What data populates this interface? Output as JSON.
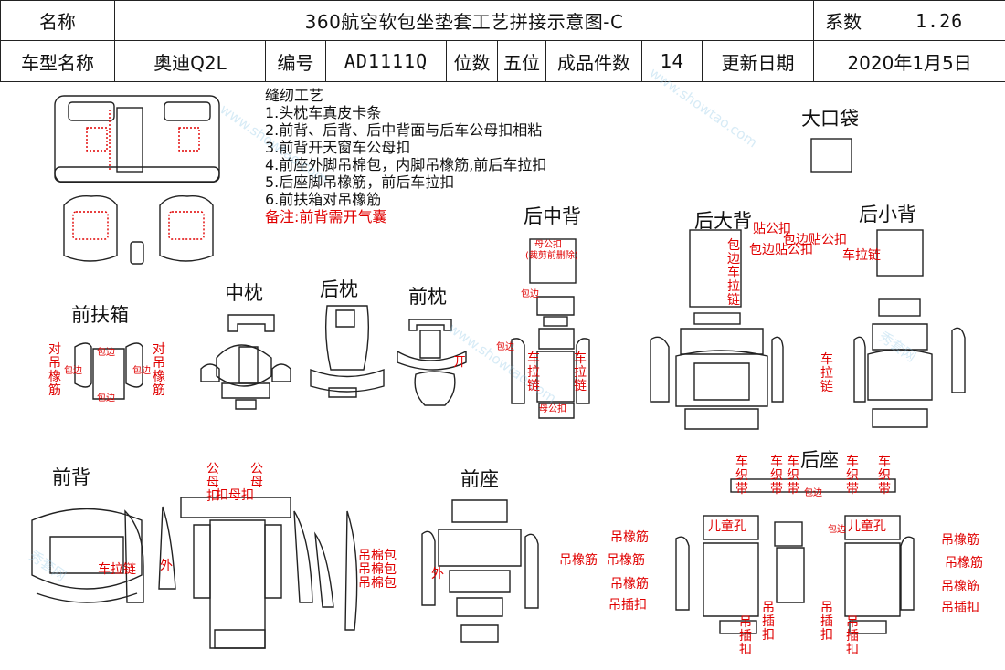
{
  "header": {
    "name_label": "名称",
    "title": "360航空软包坐垫套工艺拼接示意图-C",
    "coef_label": "系数",
    "coef_value": "1.26",
    "model_label": "车型名称",
    "model_value": "奥迪Q2L",
    "code_label": "编号",
    "code_value": "AD1111Q",
    "seats_label": "位数",
    "seats_value": "五位",
    "pieces_label": "成品件数",
    "pieces_value": "14",
    "date_label": "更新日期",
    "date_value": "2020年1月5日"
  },
  "notes": {
    "title": "缝纫工艺",
    "items": [
      "1.头枕车真皮卡条",
      "2.前背、后背、后中背面与后车公母扣相粘",
      "3.前背开天窗车公母扣",
      "4.前座外脚吊棉包，内脚吊橡筋,前后车拉扣",
      "5.后座脚吊橡筋，前后车拉扣",
      "6.前扶箱对吊橡筋"
    ],
    "remark": "备注:前背需开气囊"
  },
  "sections": {
    "big_pocket": "大口袋",
    "rear_mid_back": "后中背",
    "rear_big_back": "后大背",
    "rear_small_back": "后小背",
    "front_armrest": "前扶箱",
    "mid_pillow": "中枕",
    "rear_pillow": "后枕",
    "front_pillow": "前枕",
    "front_back": "前背",
    "front_seat": "前座",
    "rear_seat": "后座"
  },
  "annotations": {
    "armrest_hang": "对吊橡筋",
    "edge": "包边",
    "mother_clip": "母公扣",
    "trim_note": "(裁剪前删除)",
    "zipper": "车拉链",
    "zipper_v": "车拉链",
    "patch_clip": "贴公扣",
    "edge_patch": "包边贴公扣",
    "edge_patch2": "包边贴公扣",
    "edge_zipper": "包边车拉链",
    "pillow_slit": "开",
    "male": "公",
    "mother": "母",
    "clip": "扣",
    "mother_male_clip": "扣母扣",
    "outer": "外",
    "hang_cotton": "吊棉包",
    "hang_elastic": "吊橡筋",
    "hang_clip": "吊插扣",
    "webbing": "车织带",
    "kids_hole": "儿童孔"
  },
  "watermark": {
    "cn": "秀套网",
    "en": "www.showtao.com"
  }
}
